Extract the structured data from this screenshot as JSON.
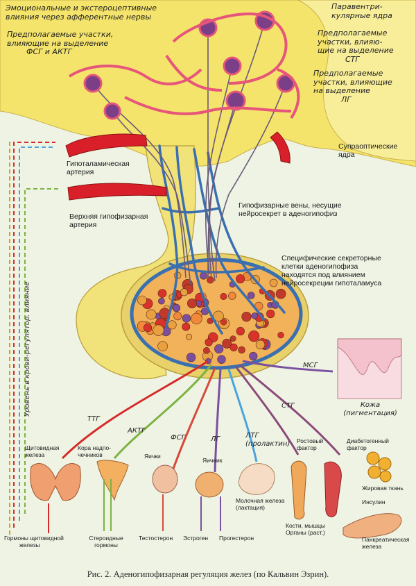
{
  "labels": {
    "emotional": [
      "Эмоциональные и экстероцептивные",
      "влияния через афферентные нервы"
    ],
    "fsg_actg": [
      "Предполагаемые участки,",
      "влияющие на выделение",
      "ФСГ и АКТГ"
    ],
    "paraventricular": [
      "Паравентри-",
      "кулярные ядра"
    ],
    "stg_area": [
      "Предполагаемые",
      "участки, влияю-",
      "щие на выделение",
      "СТГ"
    ],
    "lg_area": [
      "Предполагаемые",
      "участки, влияющие",
      "на выделение",
      "ЛГ"
    ],
    "supraoptic": [
      "Супраоптические",
      "ядра"
    ],
    "hypothalamic_artery": [
      "Гипоталамическая",
      "артерия"
    ],
    "upper_artery": [
      "Верхняя гипофизарная",
      "артерия"
    ],
    "portal_veins": [
      "Гипофизарные вены, несущие",
      "нейросекрет в аденогипофиз"
    ],
    "secretory": [
      "Специфические секреторные",
      "клетки аденогипофиза",
      "находятся под влиянием",
      "нейросекреции гипоталамуса"
    ],
    "side_text": "Уровень в крови-регулятор. влияние"
  },
  "hormones": {
    "ttg": "ТТГ",
    "actg": "АКТГ",
    "fsg": "ФСГ",
    "lg": "ЛГ",
    "ltg": [
      "ЛТГ",
      "(пролактин)"
    ],
    "stg": "СТГ",
    "msg": "МСГ"
  },
  "targets": {
    "skin": [
      "Кожа",
      "(пигментация)"
    ],
    "thyroid": [
      "Щитовидная",
      "железа"
    ],
    "adrenal": [
      "Кора надпо-",
      "чечников"
    ],
    "testes": "Яички",
    "ovary": "Яичник",
    "mammary": [
      "Молочная железа",
      "(лактация)"
    ],
    "growth_factor": [
      "Ростовый",
      "фактор"
    ],
    "diabetogenic": [
      "Диабетогенный",
      "фактор"
    ],
    "fat": "Жировая ткань",
    "insulin": "Инсулин",
    "pancreas": [
      "Панкреатическая",
      "железа"
    ]
  },
  "outputs": {
    "thyroid_hormones": [
      "Гормоны щитовидной",
      "железы"
    ],
    "steroids": [
      "Стероидные",
      "гормоны"
    ],
    "testosterone": "Тестостерон",
    "estrogen": "Эстроген",
    "progesterone": "Прогестерон",
    "bones": [
      "Кости, мышцы",
      "Органы (раст.)"
    ]
  },
  "caption": "Рис. 2. Аденогипофизарная регуляция желез (по Кальвин Эзрин).",
  "colors": {
    "background": "#eef3e4",
    "hypothalamus": "#f5e66a",
    "artery": "#d9202a",
    "vein": "#3a6fb0",
    "neuron": "#7a3f86",
    "ttg": "#d62a2a",
    "actg": "#7cb342",
    "fsg": "#d64a3a",
    "lg": "#7a4fa0",
    "ltg": "#4aa3df",
    "stg": "#8a4a7a"
  }
}
